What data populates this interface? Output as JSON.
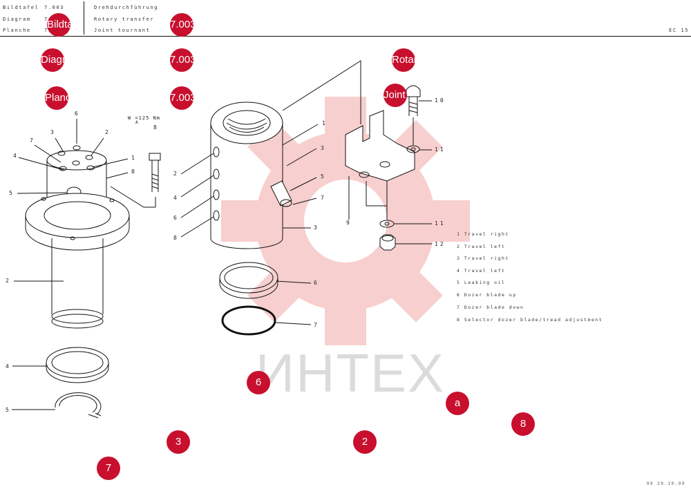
{
  "header": {
    "row1_label": "Bildtafel",
    "row1_value": "7.003",
    "row1_title": "Drehdurchführung",
    "row2_label": "Diagram",
    "row2_value": "7",
    "row2_title": "Rotary transfer",
    "row3_label": "Planche",
    "row3_value": "7",
    "row3_title": "Joint tournant",
    "corner_code": "EC 15"
  },
  "torque_note": "W =125 Nm",
  "torque_sub": "A",
  "legend": [
    "1 Travel right",
    "2 Travel left",
    "3 Travel right",
    "4 Travel left",
    "5 Leaking oil",
    "6 Dozer blade up",
    "7 Dozer blade down",
    "8 Selector dozer blade/tread adjustment"
  ],
  "left_callouts": [
    "6",
    "3",
    "2",
    "7",
    "1",
    "4",
    "8",
    "5",
    "2",
    "4",
    "5",
    "8"
  ],
  "middle_callouts": [
    "1",
    "3",
    "5",
    "7",
    "3",
    "2",
    "4",
    "6",
    "8",
    "6",
    "7"
  ],
  "right_callouts": [
    "10",
    "11",
    "9",
    "11",
    "12"
  ],
  "watermark_text": "ИНТЕХ",
  "footer_text": "99 20.10.99",
  "badges": [
    "Bildtafel",
    "7.003",
    "Diagram",
    "7.003",
    "Rotary transfer",
    "Planche",
    "7.003",
    "Joint tournant",
    "6",
    "a",
    "8",
    "3",
    "2",
    "7"
  ],
  "colors": {
    "badge": "#c8102e",
    "watermark": "#f2b8b8",
    "line": "#111111"
  }
}
